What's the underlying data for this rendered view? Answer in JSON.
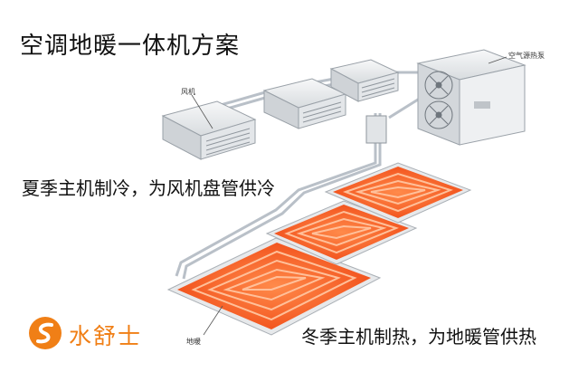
{
  "title": "空调地暖一体机方案",
  "captions": {
    "cooling": "夏季主机制冷，为风机盘管供冷",
    "heating": "冬季主机制热，为地暖管供热"
  },
  "labels": {
    "fan_coil": "风机",
    "outdoor_unit": "空气源热泵",
    "floor_heating": "地暖"
  },
  "brand": {
    "name": "水舒士"
  },
  "colors": {
    "panel_orange": "#f1531b",
    "panel_light": "#ffb38a",
    "pipe": "#b9c0c8",
    "unit_body": "#eceef0",
    "brand_orange": "#f07f16"
  },
  "icons": [
    "fan-icon",
    "brand-logo-icon"
  ]
}
